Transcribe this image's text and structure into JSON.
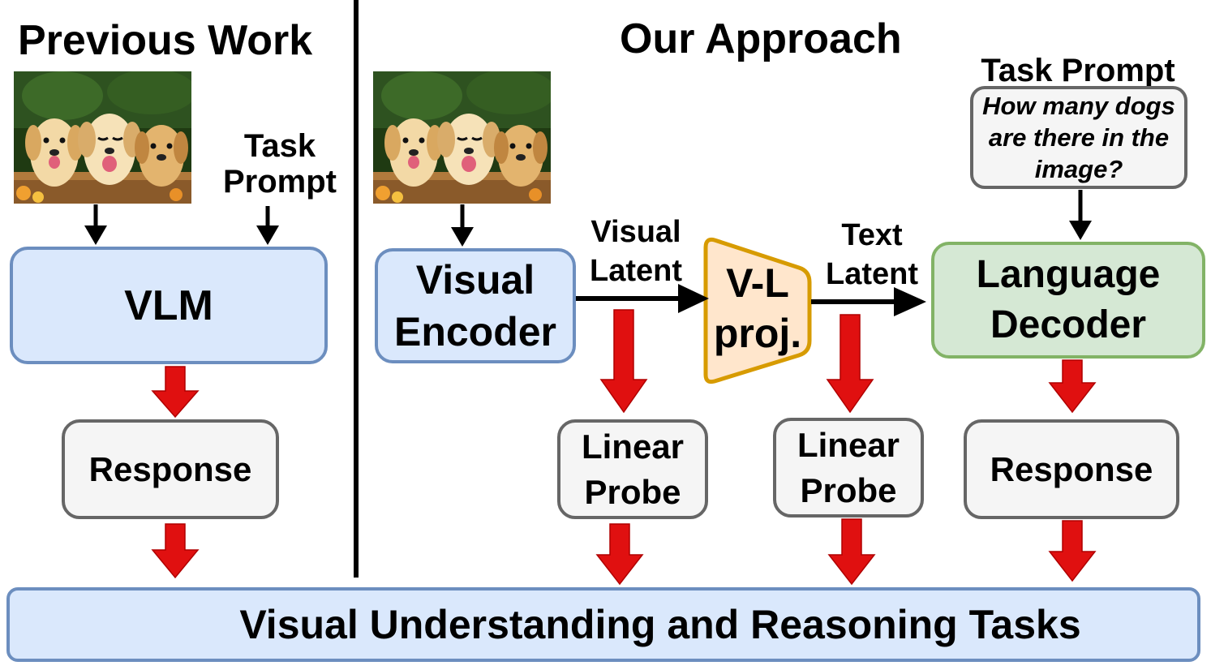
{
  "left_section": {
    "heading": "Previous Work",
    "task_prompt_line1": "Task",
    "task_prompt_line2": "Prompt",
    "vlm_label": "VLM",
    "response_label": "Response"
  },
  "right_section": {
    "heading": "Our Approach",
    "task_prompt_heading": "Task Prompt",
    "question_line1": "How many dogs",
    "question_line2": "are there in the",
    "question_line3": "image?",
    "visual_encoder_line1": "Visual",
    "visual_encoder_line2": "Encoder",
    "visual_latent_line1": "Visual",
    "visual_latent_line2": "Latent",
    "vl_proj_line1": "V-L",
    "vl_proj_line2": "proj.",
    "text_latent_line1": "Text",
    "text_latent_line2": "Latent",
    "language_decoder_line1": "Language",
    "language_decoder_line2": "Decoder",
    "linear_probe_line1": "Linear",
    "linear_probe_line2": "Probe",
    "response_label": "Response"
  },
  "bottom_bar": {
    "label": "Visual Understanding and Reasoning Tasks"
  },
  "colors": {
    "blue_fill": "#dae8fc",
    "blue_stroke": "#6c8ebf",
    "green_fill": "#d5e8d4",
    "green_stroke": "#82b366",
    "orange_fill": "#ffe6cc",
    "orange_stroke": "#d79b00",
    "gray_fill": "#f5f5f5",
    "gray_stroke": "#666666",
    "red_arrow": "#e01010"
  }
}
